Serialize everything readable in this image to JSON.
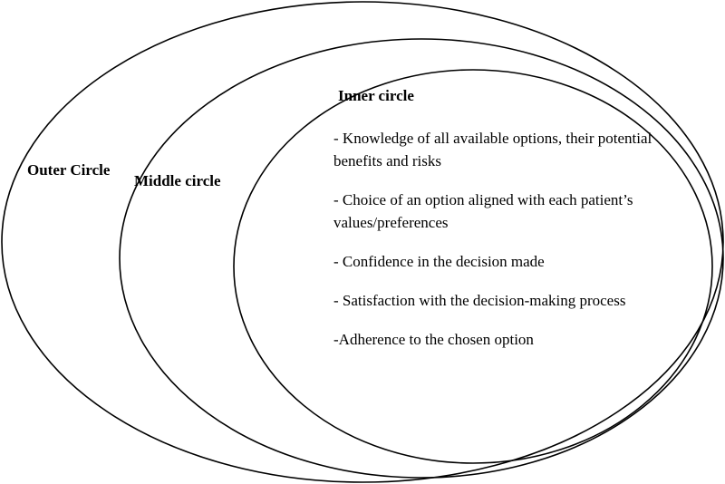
{
  "diagram": {
    "outer_label": "Outer Circle",
    "middle_label": "Middle circle",
    "inner_label": "Inner circle",
    "inner_items": [
      "- Knowledge of all available options, their potential benefits and risks",
      "- Choice of an option aligned with each patient’s values/preferences",
      "- Confidence in the decision made",
      "- Satisfaction with the decision-making process",
      "-Adherence to the chosen option"
    ]
  }
}
